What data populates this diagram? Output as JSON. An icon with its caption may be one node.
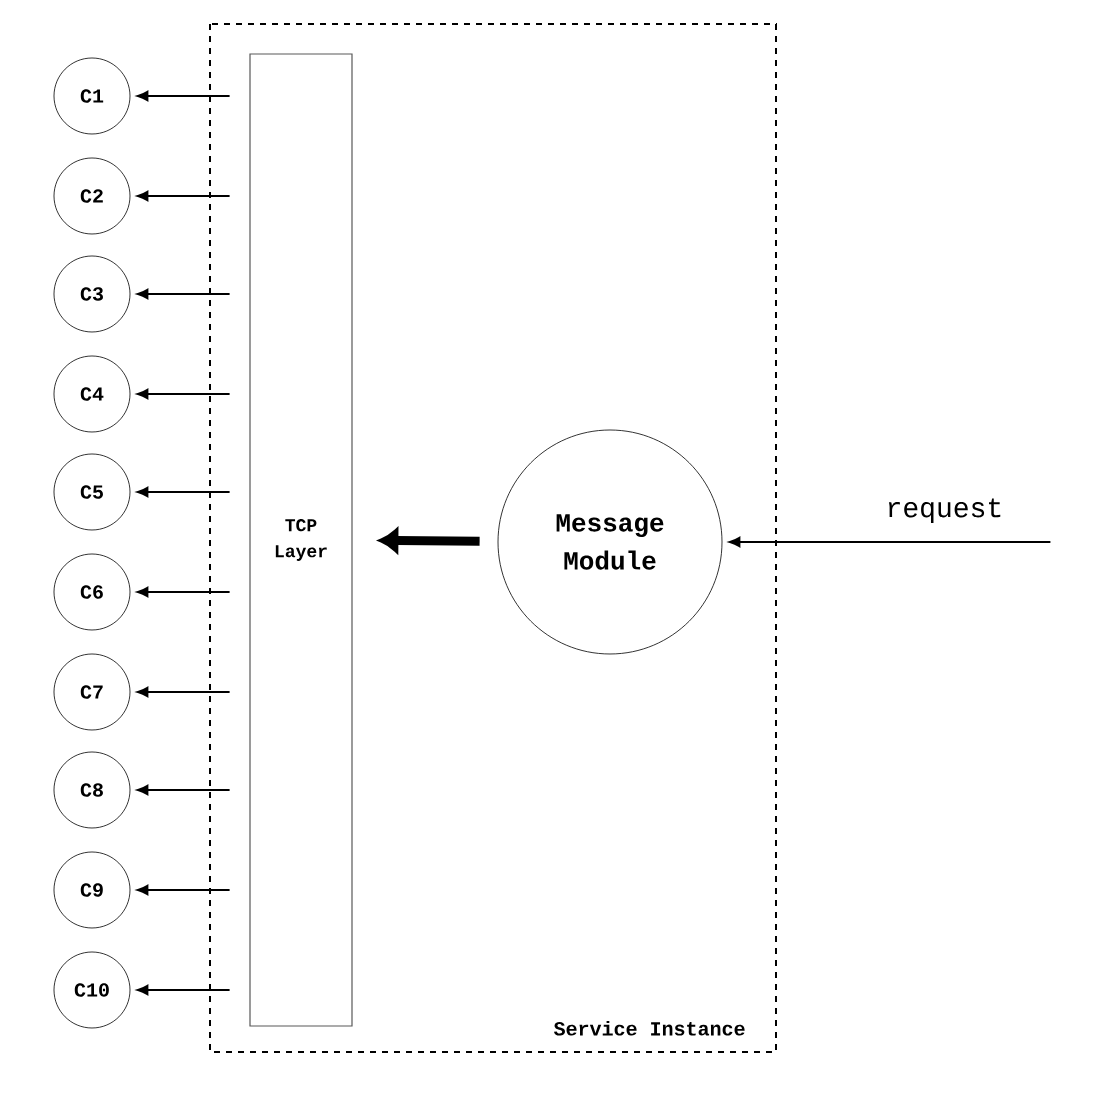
{
  "diagram": {
    "nodes": [
      {
        "text": [
          "C1"
        ]
      },
      {
        "text": [
          "C2"
        ]
      },
      {
        "text": [
          "C3"
        ]
      },
      {
        "text": [
          "C4"
        ]
      },
      {
        "text": [
          "C5"
        ]
      },
      {
        "text": [
          "C6"
        ]
      },
      {
        "text": [
          "C7"
        ]
      },
      {
        "text": [
          "C8"
        ]
      },
      {
        "text": [
          "C9"
        ]
      },
      {
        "text": [
          "C10"
        ]
      },
      {
        "text": [
          "Service Instance"
        ]
      },
      {
        "text": [
          "TCP Layer"
        ],
        "in": 10
      },
      {
        "text": [
          "Message Module"
        ],
        "in": 10
      }
    ],
    "edges": [
      {
        "from": 12,
        "to": 11,
        "arrow": "to",
        "style": "thick"
      },
      {
        "from": 11,
        "to": 0,
        "arrow": "to"
      },
      {
        "from": 11,
        "to": 1,
        "arrow": "to"
      },
      {
        "from": 11,
        "to": 2,
        "arrow": "to"
      },
      {
        "from": 11,
        "to": 3,
        "arrow": "to"
      },
      {
        "from": 11,
        "to": 4,
        "arrow": "to"
      },
      {
        "from": 11,
        "to": 5,
        "arrow": "to"
      },
      {
        "from": 11,
        "to": 6,
        "arrow": "to"
      },
      {
        "from": 11,
        "to": 7,
        "arrow": "to"
      },
      {
        "from": 11,
        "to": 8,
        "arrow": "to"
      },
      {
        "from": 11,
        "to": 9,
        "arrow": "to"
      },
      {
        "from": null,
        "to": 12,
        "arrow": "to",
        "label": "request"
      }
    ]
  }
}
